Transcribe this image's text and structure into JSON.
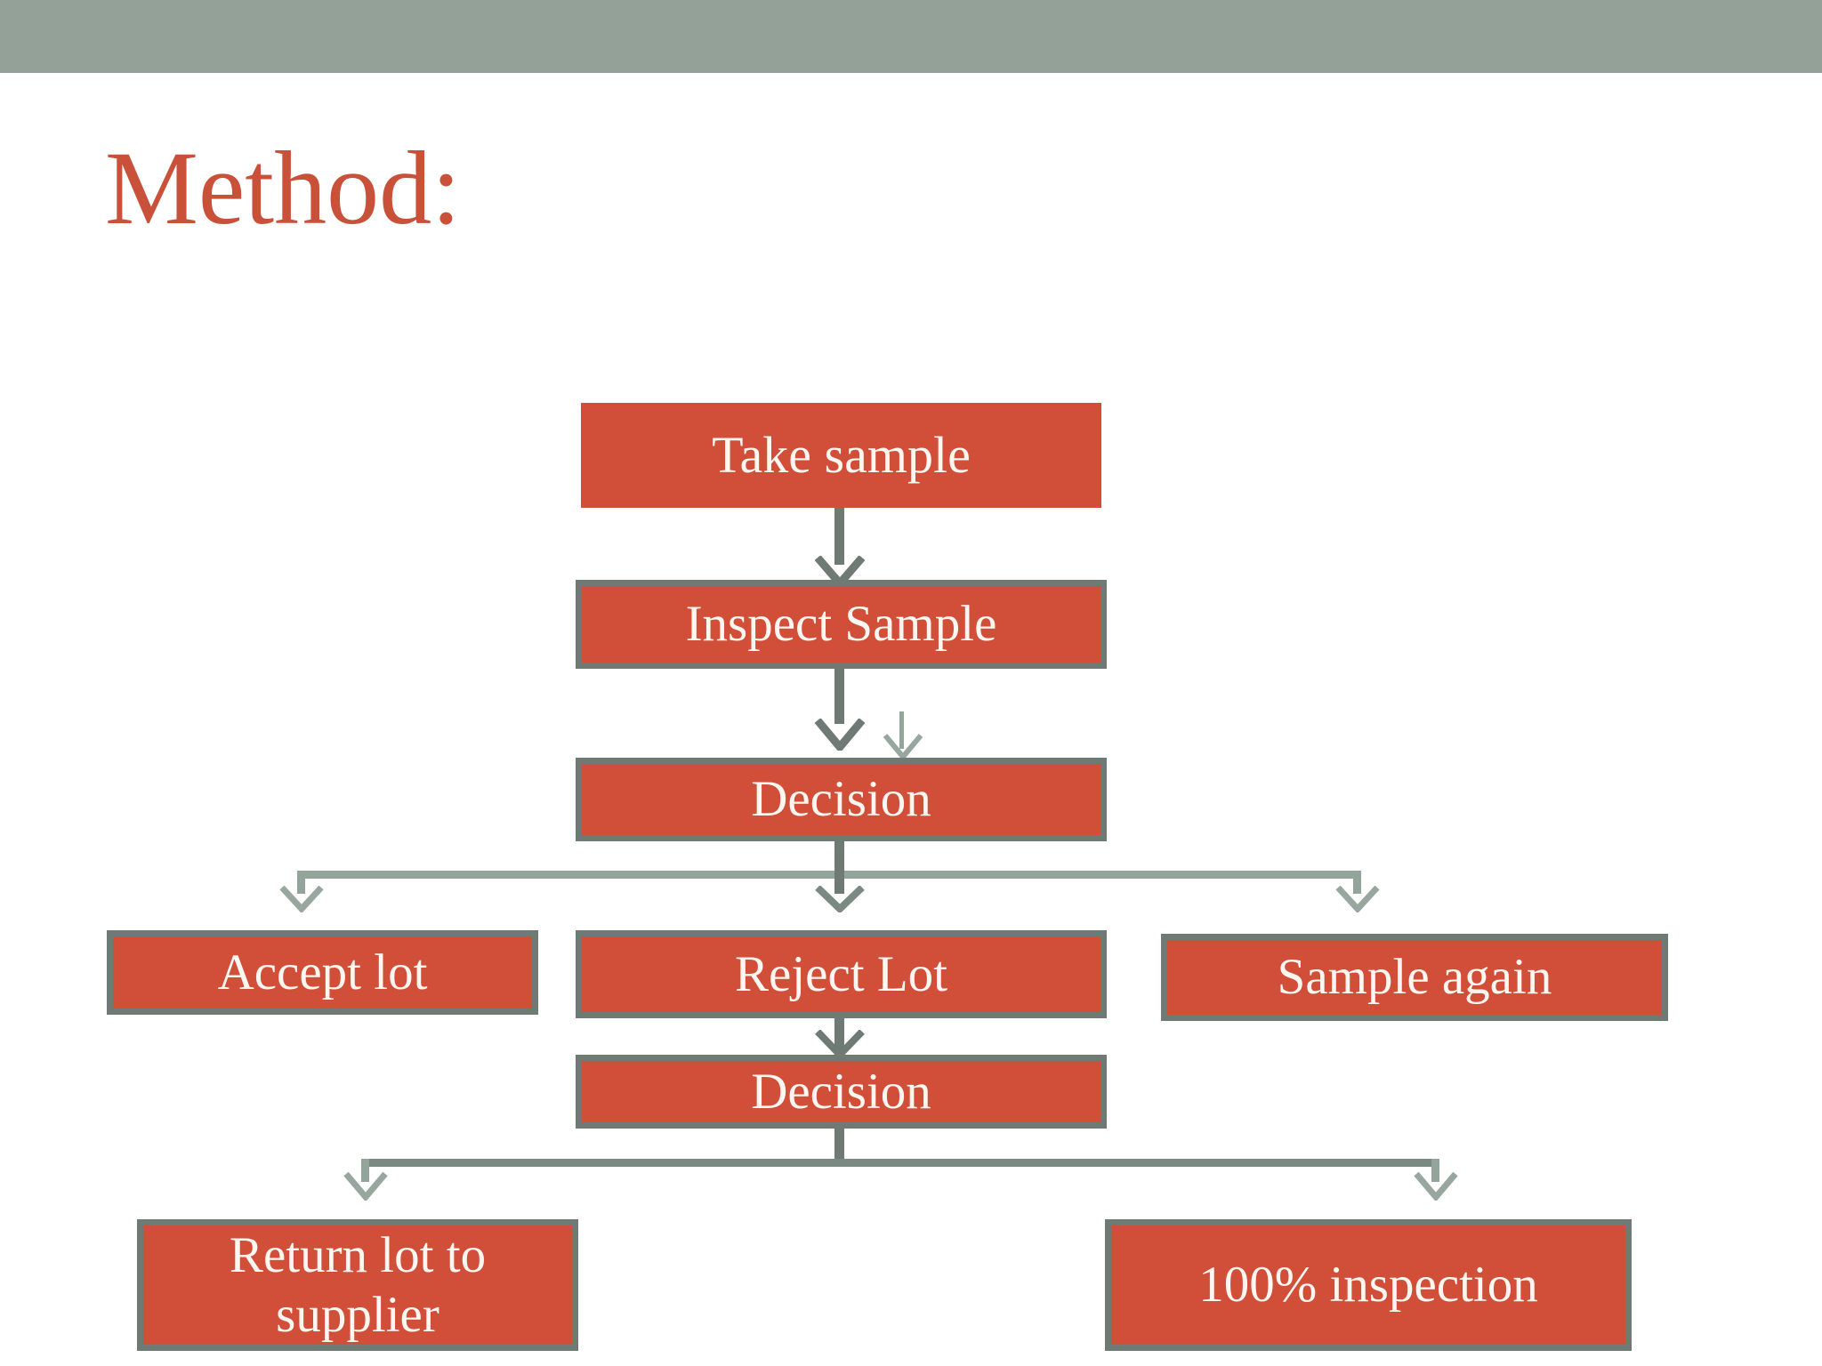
{
  "slide": {
    "title": "Method:",
    "title_color": "#c9513a",
    "band_color": "#93a199",
    "background_color": "#ffffff",
    "node_fill_color": "#d14f38",
    "node_border_color": "#6e7a73",
    "node_text_color": "#fdf6f1",
    "connector_color": "#93a59b",
    "connector_color_dark": "#6e7a73"
  },
  "flowchart": {
    "type": "flowchart",
    "nodes": [
      {
        "id": "take-sample",
        "label": "Take sample"
      },
      {
        "id": "inspect-sample",
        "label": "Inspect Sample"
      },
      {
        "id": "decision-1",
        "label": "Decision"
      },
      {
        "id": "accept-lot",
        "label": "Accept lot"
      },
      {
        "id": "reject-lot",
        "label": "Reject Lot"
      },
      {
        "id": "sample-again",
        "label": "Sample  again"
      },
      {
        "id": "decision-2",
        "label": "Decision"
      },
      {
        "id": "return-lot",
        "label": "Return lot to supplier"
      },
      {
        "id": "full-inspection",
        "label": "100% inspection"
      }
    ],
    "edges": [
      {
        "from": "take-sample",
        "to": "inspect-sample"
      },
      {
        "from": "inspect-sample",
        "to": "decision-1"
      },
      {
        "from": "inspect-sample",
        "to": "decision-1",
        "note": "secondary faint arrow"
      },
      {
        "from": "decision-1",
        "to": "accept-lot"
      },
      {
        "from": "decision-1",
        "to": "reject-lot"
      },
      {
        "from": "decision-1",
        "to": "sample-again"
      },
      {
        "from": "reject-lot",
        "to": "decision-2"
      },
      {
        "from": "decision-2",
        "to": "return-lot"
      },
      {
        "from": "decision-2",
        "to": "full-inspection"
      }
    ]
  }
}
